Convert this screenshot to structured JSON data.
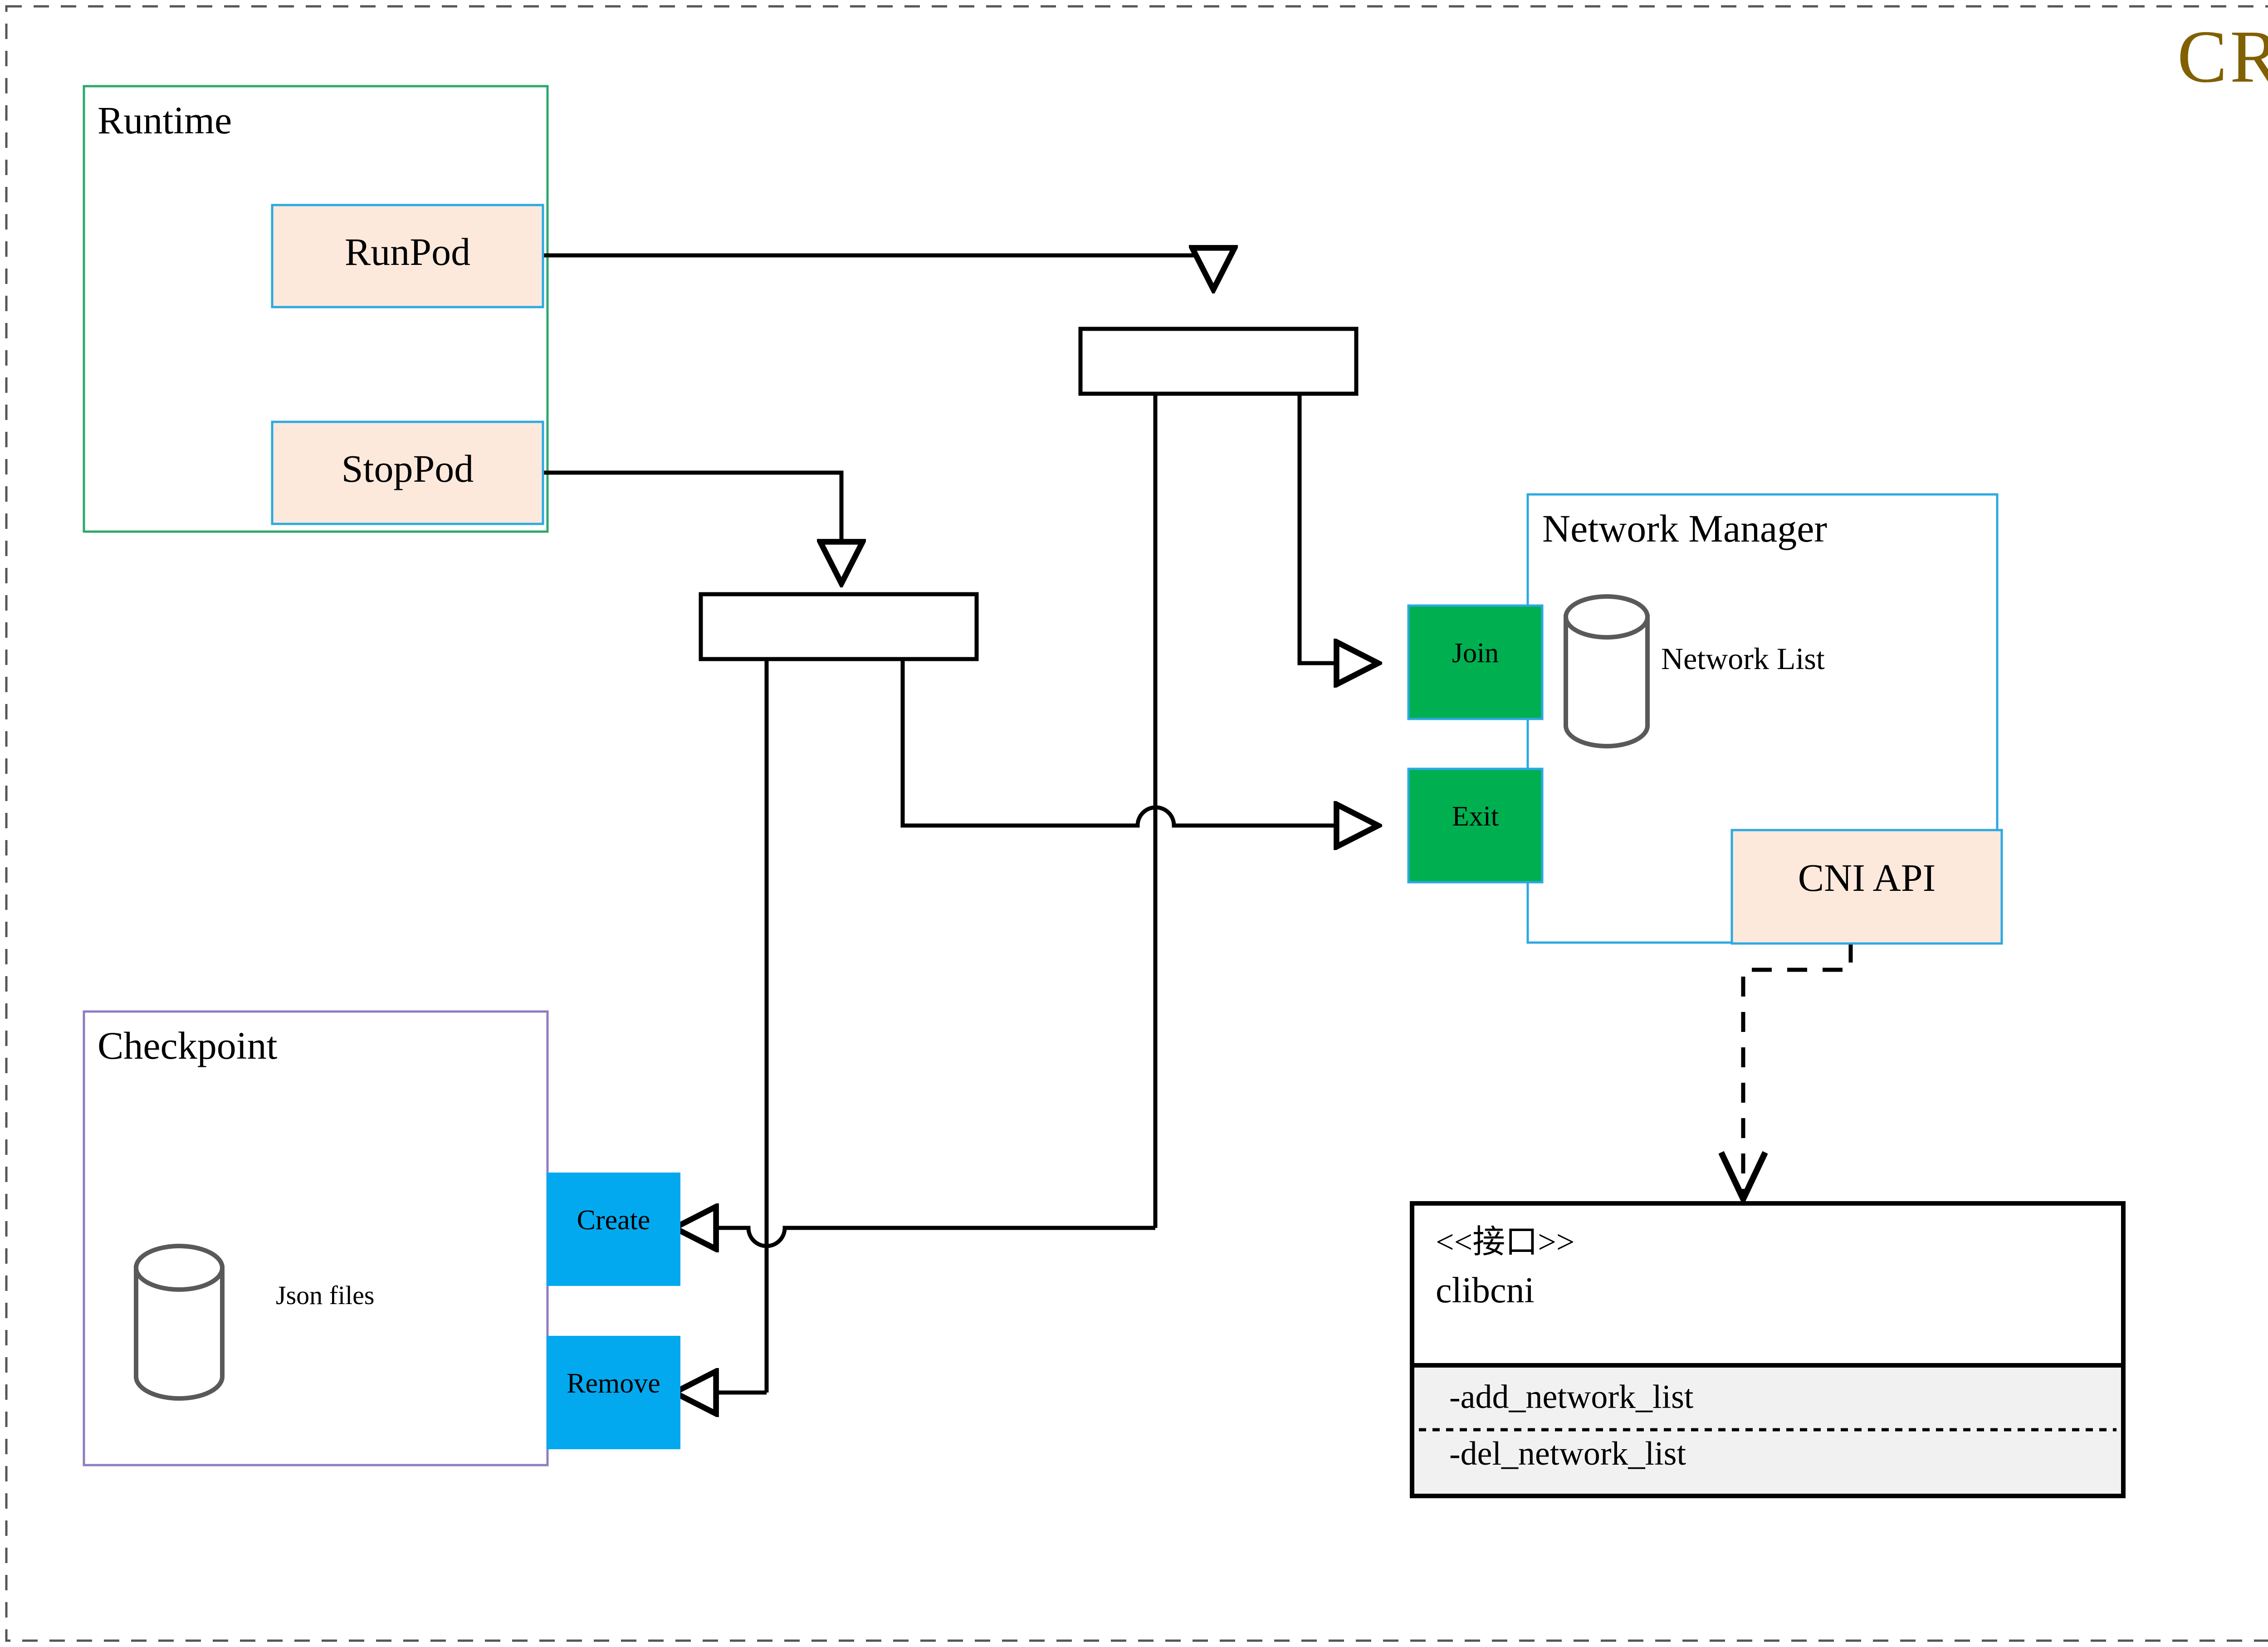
{
  "diagram": {
    "title": "CRI",
    "title_color": "#806000",
    "frame": {
      "style": "dashed",
      "color": "#555555"
    },
    "palette": {
      "peach_fill": "#FDE9DC",
      "blue_stroke": "#2CA9E1",
      "green_stroke": "#2CA86A",
      "purple_stroke": "#8E7CC3",
      "green_fill": "#00B050",
      "cyan_fill": "#03A9EE",
      "gray_stroke": "#595959",
      "line_color": "#000000",
      "compartment_fill": "#F1F1F1"
    },
    "groups": [
      {
        "id": "runtime",
        "label": "Runtime",
        "border": "#2CA86A"
      },
      {
        "id": "checkpoint",
        "label": "Checkpoint",
        "border": "#8E7CC3"
      },
      {
        "id": "network_manager",
        "label": "Network Manager",
        "border": "#2CA9E1"
      }
    ],
    "nodes": [
      {
        "id": "runpod",
        "label": "RunPod",
        "kind": "peach-box"
      },
      {
        "id": "stoppod",
        "label": "StopPod",
        "kind": "peach-box"
      },
      {
        "id": "cni_api",
        "label": "CNI API",
        "kind": "peach-box"
      },
      {
        "id": "join",
        "label": "Join",
        "kind": "green-box"
      },
      {
        "id": "exit",
        "label": "Exit",
        "kind": "green-box"
      },
      {
        "id": "create",
        "label": "Create",
        "kind": "cyan-box"
      },
      {
        "id": "remove",
        "label": "Remove",
        "kind": "cyan-box"
      },
      {
        "id": "junction_top",
        "label": "",
        "kind": "junction-bar"
      },
      {
        "id": "junction_bottom",
        "label": "",
        "kind": "junction-bar"
      }
    ],
    "datastores": [
      {
        "id": "network_list",
        "label": "Network List"
      },
      {
        "id": "json_files",
        "label": "Json files"
      }
    ],
    "interface": {
      "stereotype": "<<接口>>",
      "name": "clibcni",
      "operations": [
        "-add_network_list",
        "-del_network_list"
      ]
    },
    "edges": [
      {
        "from": "runpod",
        "to": "junction_top",
        "style": "solid",
        "arrow": "hollow-triangle"
      },
      {
        "from": "stoppod",
        "to": "junction_bottom",
        "style": "solid",
        "arrow": "hollow-triangle"
      },
      {
        "from": "junction_top",
        "to": "join",
        "style": "solid",
        "arrow": "hollow-triangle"
      },
      {
        "from": "junction_top",
        "to": "create",
        "style": "solid",
        "arrow": "hollow-triangle"
      },
      {
        "from": "junction_bottom",
        "to": "remove",
        "style": "solid",
        "arrow": "hollow-triangle"
      },
      {
        "from": "junction_bottom",
        "to": "exit",
        "style": "solid",
        "arrow": "hollow-triangle"
      },
      {
        "from": "cni_api",
        "to": "clibcni",
        "style": "dashed",
        "arrow": "open-v"
      }
    ]
  }
}
